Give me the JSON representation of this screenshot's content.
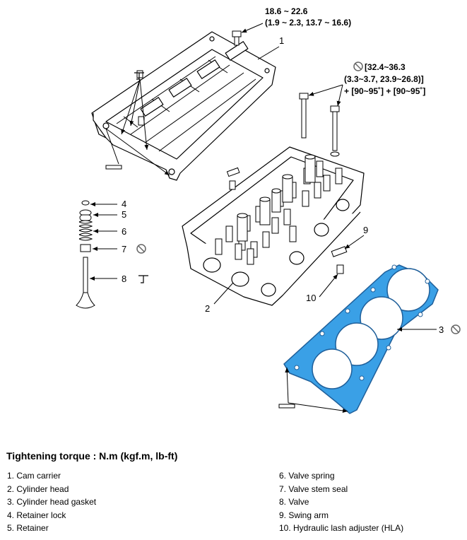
{
  "callouts": {
    "cam_carrier_bolt": {
      "line1": "18.6 ~ 22.6",
      "line2": "(1.9 ~ 2.3, 13.7 ~ 16.6)"
    },
    "head_bolt": {
      "line1": "[32.4~36.3",
      "line2": "(3.3~3.7, 23.9~26.8)]",
      "line3": "+ [90~95˚] + [90~95˚]"
    }
  },
  "numbers": {
    "n1": "1",
    "n2": "2",
    "n3": "3",
    "n4": "4",
    "n5": "5",
    "n6": "6",
    "n7": "7",
    "n8": "8",
    "n9": "9",
    "n10": "10"
  },
  "title": "Tightening torque : N.m (kgf.m, lb-ft)",
  "legend": {
    "left": [
      "1. Cam carrier",
      "2. Cylinder head",
      "3. Cylinder head gasket",
      "4. Retainer lock",
      "5. Retainer"
    ],
    "right": [
      "6. Valve spring",
      "7. Valve stem seal",
      "8. Valve",
      "9. Swing arm",
      "10. Hydraulic lash adjuster (HLA)"
    ]
  },
  "colors": {
    "gasket_fill": "#3aa0e6",
    "gasket_stroke": "#1f5f9a",
    "line": "#000000"
  }
}
